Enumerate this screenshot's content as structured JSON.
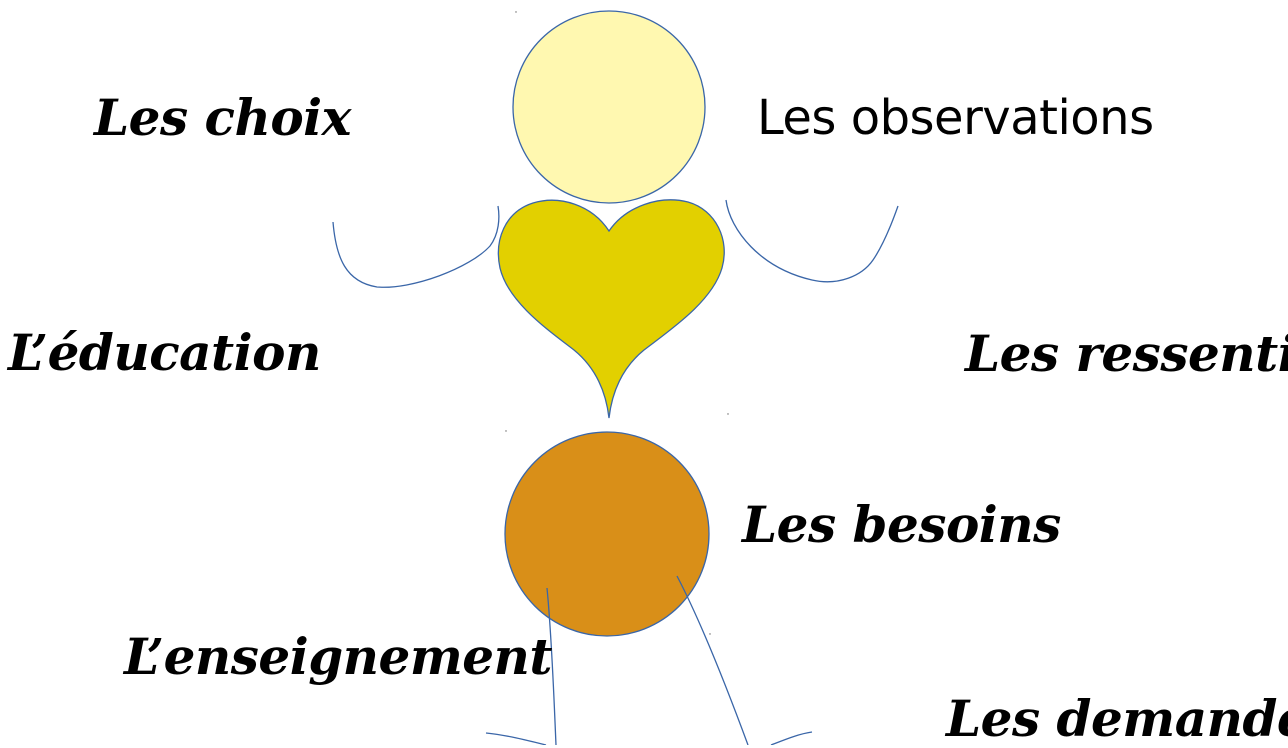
{
  "labels": {
    "choix": "Les choix",
    "observations": "Les observations",
    "education": "L’éducation",
    "ressentis": "Les ressentis",
    "besoins": "Les besoins",
    "enseignement": "L’enseignement",
    "demandes": "Les demandes"
  },
  "colors": {
    "head": "#FFF8B0",
    "heart": "#E2D000",
    "belly": "#D98F18",
    "stroke": "#3A66A8",
    "text": "#000000"
  }
}
